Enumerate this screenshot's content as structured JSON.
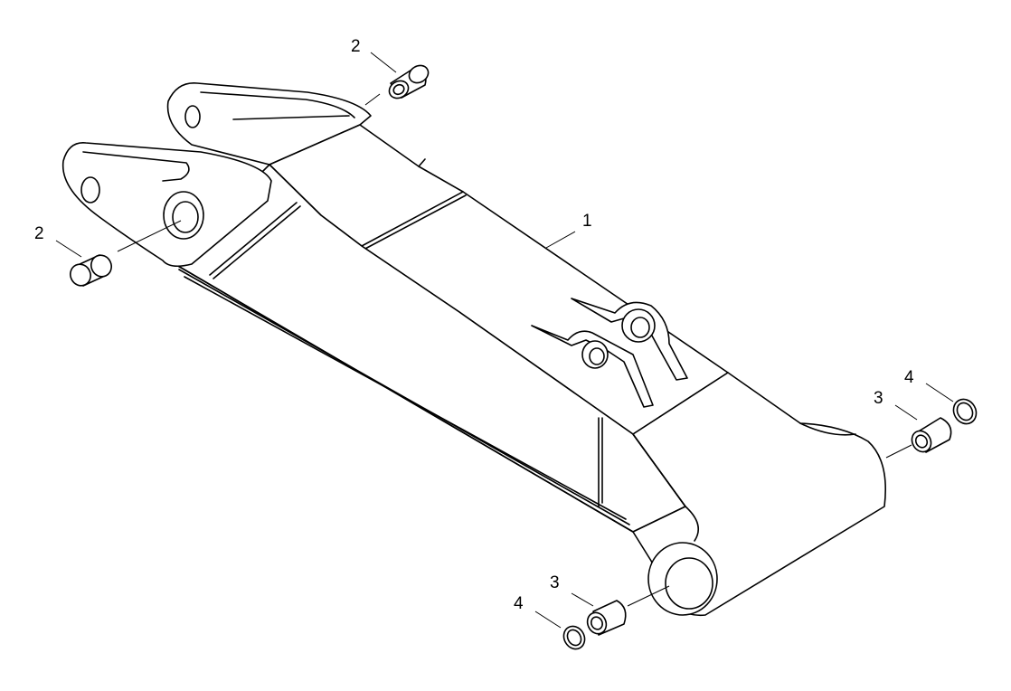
{
  "diagram": {
    "callouts": {
      "part_1": "1",
      "part_2_top": "2",
      "part_2_left": "2",
      "part_3_right": "3",
      "part_4_right": "4",
      "part_3_bottom": "3",
      "part_4_bottom": "4"
    },
    "line_color": "#000000",
    "background_color": "#ffffff"
  }
}
